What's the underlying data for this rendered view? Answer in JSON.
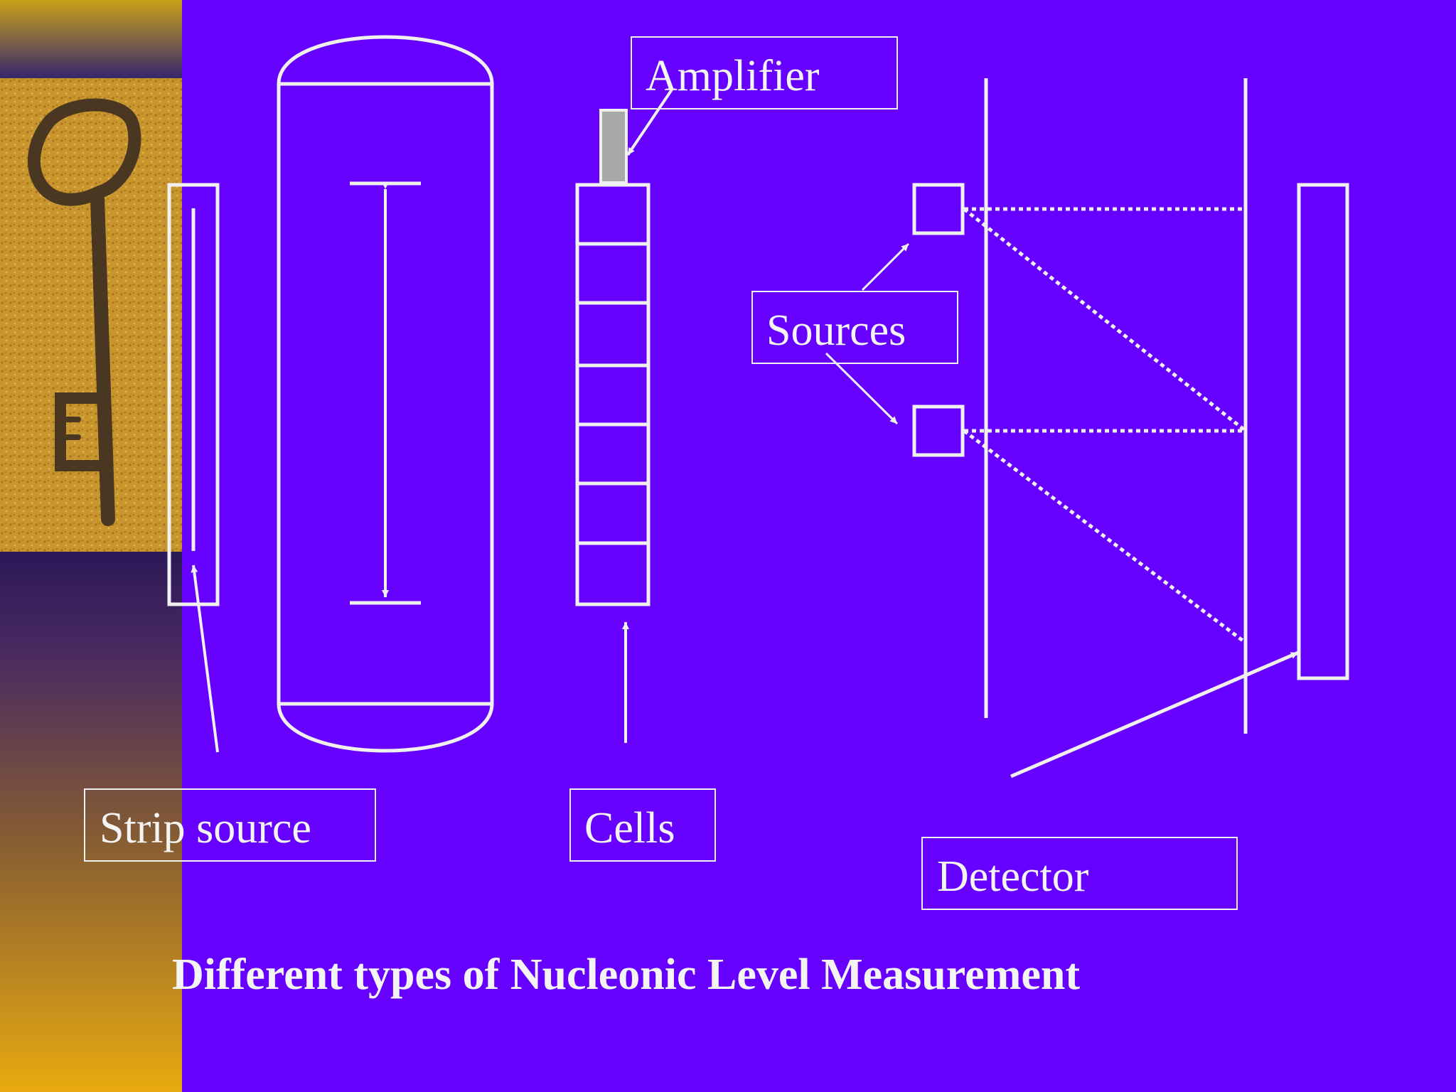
{
  "labels": {
    "amplifier": "Amplifier",
    "sources": "Sources",
    "strip_source": "Strip source",
    "cells": "Cells",
    "detector": "Detector"
  },
  "caption": "Different types of Nucleonic Level Measurement",
  "colors": {
    "background": "#6600FF",
    "line": "#F0F0F0",
    "amplifier_fill": "#A8A8A8"
  },
  "icons": {
    "photo": "antique-key-on-sand"
  }
}
